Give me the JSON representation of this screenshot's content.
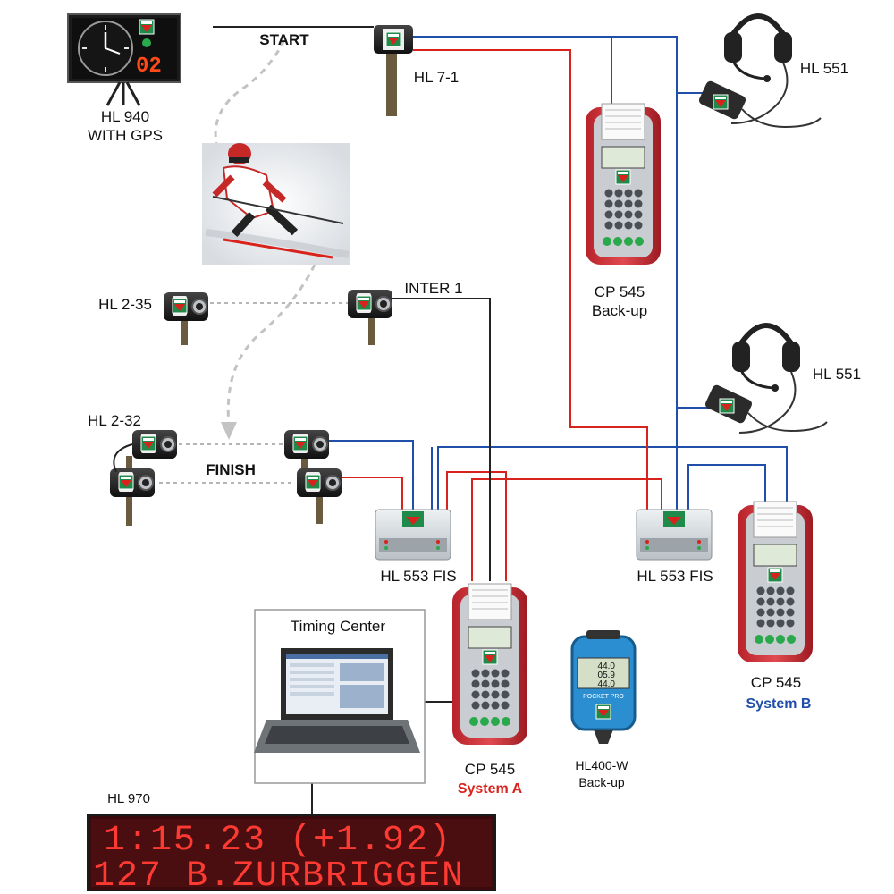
{
  "labels": {
    "hl940": "HL 940",
    "hl940_sub": "WITH GPS",
    "start": "START",
    "hl71": "HL 7-1",
    "hl551_a": "HL 551",
    "hl551_b": "HL 551",
    "cp545_backup": "CP 545",
    "cp545_backup_sub": "Back-up",
    "hl235": "HL 2-35",
    "inter1": "INTER 1",
    "hl232": "HL 2-32",
    "finish": "FINISH",
    "hl553_a": "HL 553 FIS",
    "hl553_b": "HL 553 FIS",
    "timing_center": "Timing Center",
    "cp545_a": "CP 545",
    "system_a": "System A",
    "hl400": "HL400-W",
    "hl400_sub": "Back-up",
    "cp545_b": "CP 545",
    "system_b": "System B",
    "hl970": "HL 970"
  },
  "scoreboard": {
    "line1": "1:15.23 (+1.92)",
    "line2": "127 B.ZURBRIGGEN"
  },
  "clock": {
    "digits": "02"
  },
  "stopwatch": {
    "brand": "POCKET PRO",
    "row1": "44.0",
    "row2": "05.9",
    "row3": "44.0"
  },
  "colors": {
    "red_wire": "#d8231c",
    "blue_wire": "#1f4fa8",
    "black_wire": "#222222",
    "led": "#ff3a33"
  },
  "icons": [
    "tag-heuer-logo-icon",
    "skier-image",
    "headset-icon",
    "printer-icon",
    "photocell-icon",
    "laptop-icon",
    "stopwatch-icon"
  ]
}
